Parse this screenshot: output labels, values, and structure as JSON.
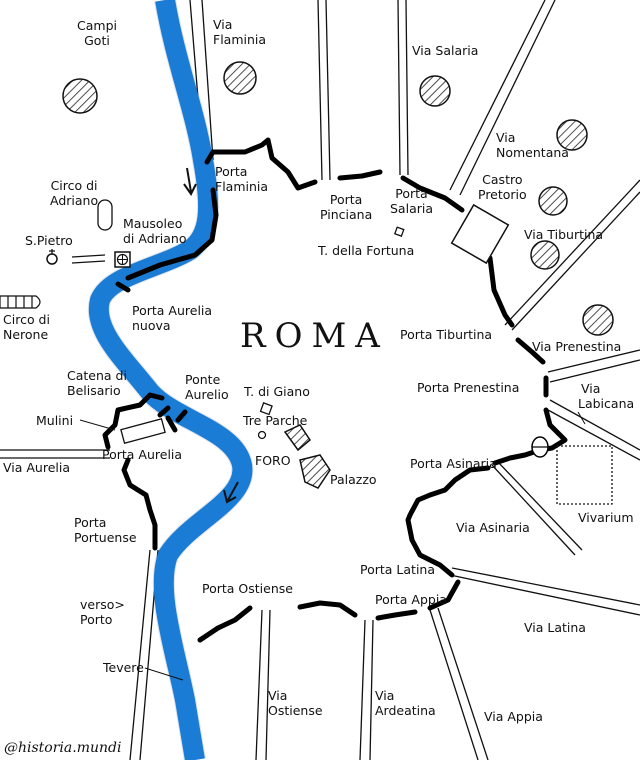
{
  "title": "ROMA",
  "credit": "@historia.mundi",
  "colors": {
    "river": "#1e88e5",
    "wall": "#000000",
    "background": "#ffffff"
  },
  "labels": {
    "campi_goti": [
      "Campi",
      "Goti"
    ],
    "via_flaminia": [
      "Via",
      "Flaminia"
    ],
    "via_salaria": "Via Salaria",
    "via_nomentana": [
      "Via",
      "Nomentana"
    ],
    "castro_pretorio": [
      "Castro",
      "Pretorio"
    ],
    "via_tiburtina": "Via Tiburtina",
    "porta_flaminia": [
      "Porta",
      "Flaminia"
    ],
    "porta_pinciana": [
      "Porta",
      "Pinciana"
    ],
    "porta_salaria": [
      "Porta",
      "Salaria"
    ],
    "t_fortuna": "T. della Fortuna",
    "circo_adriano": [
      "Circo di",
      "Adriano"
    ],
    "mausoleo": [
      "Mausoleo",
      "di Adriano"
    ],
    "s_pietro": "S.Pietro",
    "circo_nerone": [
      "Circo di",
      "Nerone"
    ],
    "porta_aurelia_nuova": [
      "Porta Aurelia",
      "nuova"
    ],
    "porta_tiburtina": "Porta Tiburtina",
    "via_prenestina": "Via Prenestina",
    "catena": [
      "Catena di",
      "Belisario"
    ],
    "ponte_aurelio": [
      "Ponte",
      "Aurelio"
    ],
    "t_giano": "T. di Giano",
    "tre_parche": "Tre Parche",
    "porta_prenestina": "Porta Prenestina",
    "via_labicana": [
      "Via",
      "Labicana"
    ],
    "mulini": "Mulini",
    "porta_aurelia": "Porta Aurelia",
    "foro": "FORO",
    "palazzo": "Palazzo",
    "via_aurelia": "Via Aurelia",
    "porta_asinaria": "Porta Asinaria",
    "vivarium": "Vivarium",
    "porta_portuense": [
      "Porta",
      "Portuense"
    ],
    "via_asinaria": "Via Asinaria",
    "porta_latina": "Porta Latina",
    "porta_ostiense": "Porta Ostiense",
    "porta_appia": "Porta Appia",
    "verso_porto": [
      "verso>",
      "Porto"
    ],
    "via_latina": "Via Latina",
    "tevere": "Tevere",
    "via_ostiense": [
      "Via",
      "Ostiense"
    ],
    "via_ardeatina": [
      "Via",
      "Ardeatina"
    ],
    "via_appia": "Via Appia"
  }
}
